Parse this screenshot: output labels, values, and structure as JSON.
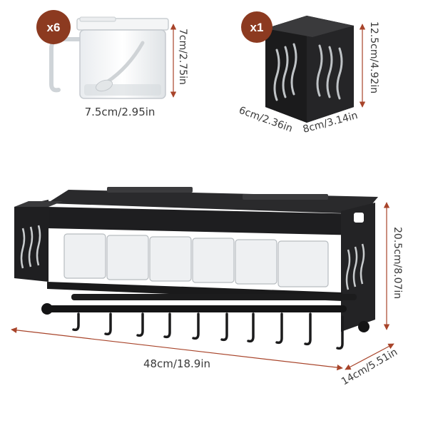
{
  "jar": {
    "badge": "x6",
    "height_label": "7cm/2.75in",
    "width_label": "7.5cm/2.95in"
  },
  "holder": {
    "badge": "x1",
    "height_label": "12.5cm/4.92in",
    "depth_label": "6cm/2.36in",
    "width_label": "8cm/3.14in"
  },
  "rack": {
    "height_label": "20.5cm/8.07in",
    "width_label": "48cm/18.9in",
    "depth_label": "14cm/5.51in"
  },
  "colors": {
    "badge": "#8c3a20",
    "arrow": "#a8442a",
    "metal": "#1d1d1f",
    "label_text": "#3a3a3a"
  }
}
